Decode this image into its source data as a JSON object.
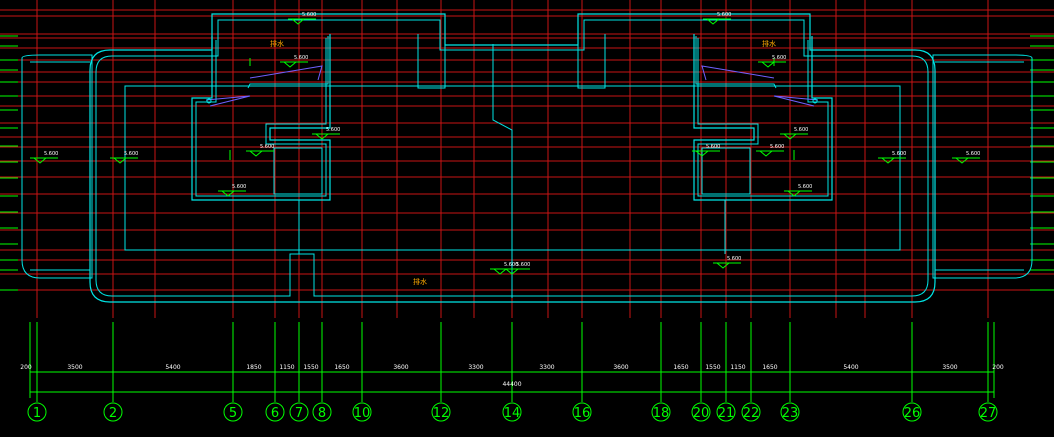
{
  "drawing": {
    "colors": {
      "grid": "#c81414",
      "outline": "#00e5e5",
      "wall": "#a0a0ff",
      "axis": "#00ff00",
      "dimension": "#ffffff",
      "annotation": "#ffaa00",
      "slope": "#7060ff"
    },
    "axes": [
      "1",
      "2",
      "5",
      "6",
      "7",
      "8",
      "10",
      "12",
      "14",
      "16",
      "18",
      "20",
      "21",
      "22",
      "23",
      "26",
      "27"
    ],
    "dimensions": [
      "200",
      "3500",
      "5400",
      "1850",
      "1150",
      "1550",
      "1650",
      "3600",
      "3300",
      "3300",
      "3600",
      "1650",
      "1550",
      "1150",
      "1650",
      "5400",
      "3500",
      "200"
    ],
    "total_dimension": "44400",
    "level_labels": [
      "5.600",
      "5.600",
      "5.600",
      "5.600",
      "5.600",
      "5.600",
      "5.600",
      "5.600",
      "5.600",
      "5.600",
      "5.600",
      "5.600",
      "5.600",
      "5.600",
      "5.600",
      "5.600",
      "5.600",
      "5.600"
    ],
    "annotations": [
      "排水",
      "排水",
      "排水"
    ]
  }
}
